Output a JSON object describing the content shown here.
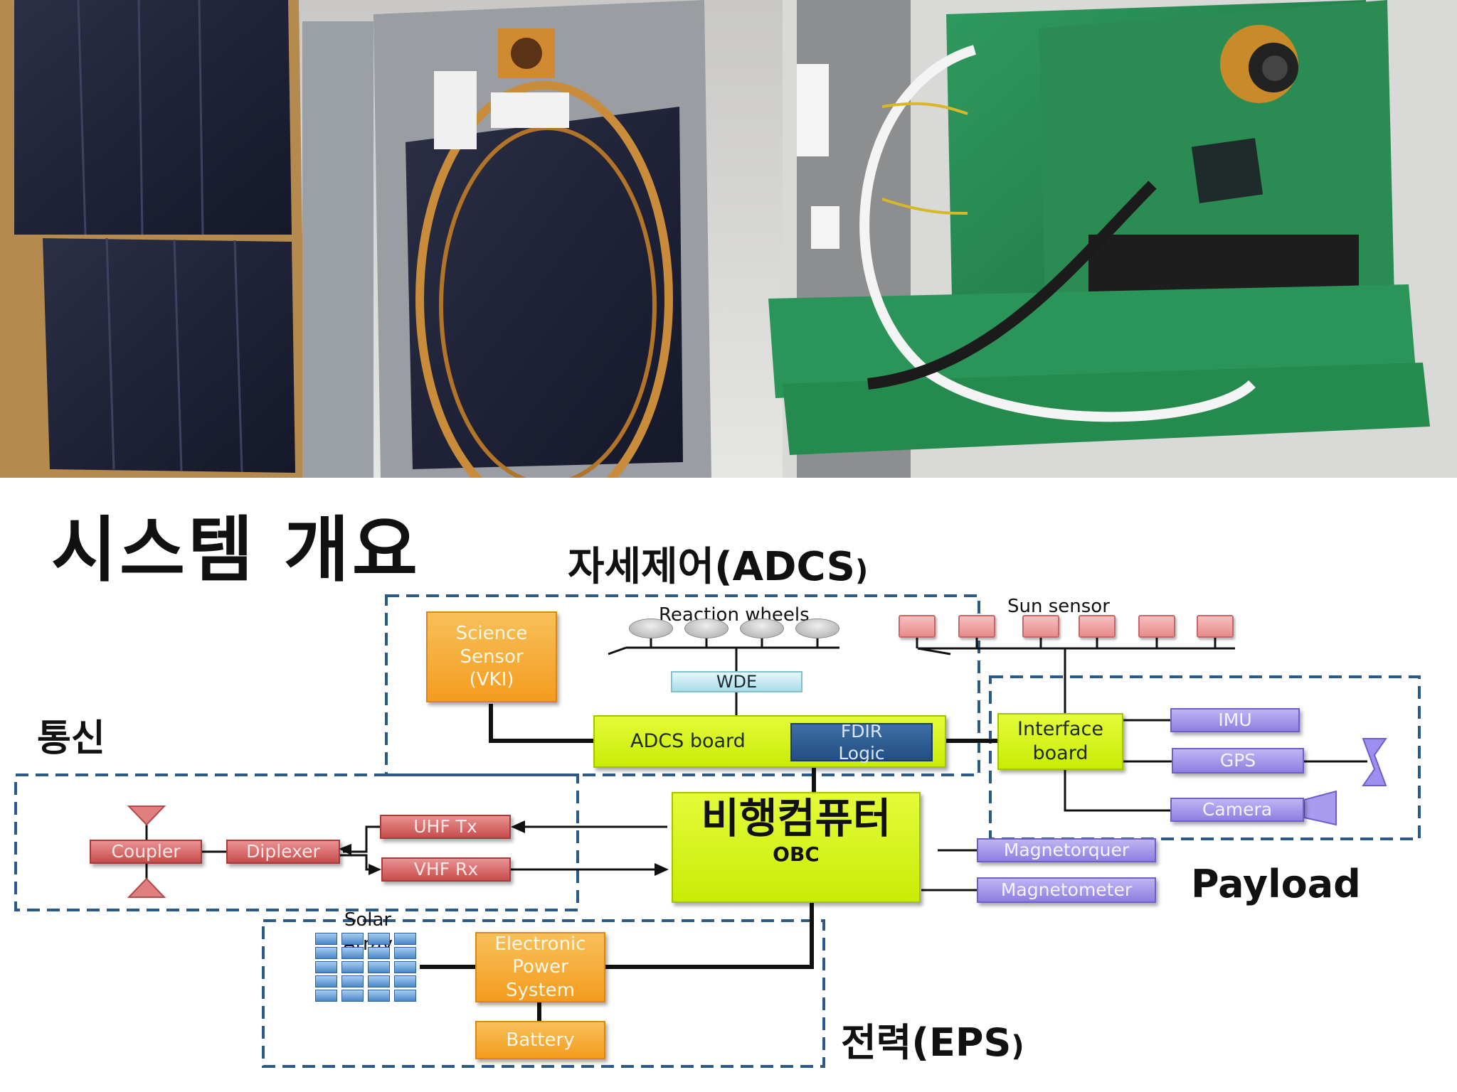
{
  "title": "시스템 개요",
  "groups": {
    "adcs": {
      "label": "자세제어(ADCS",
      "suffix": ")"
    },
    "comm": {
      "label": "통신"
    },
    "eps": {
      "label": "전력(EPS",
      "suffix": ")"
    },
    "payload": {
      "label": "Payload"
    }
  },
  "labels": {
    "reaction_wheels": "Reaction wheels",
    "sun_sensor": "Sun sensor",
    "solar_array": "Solar Array"
  },
  "boxes": {
    "science_sensor": "Science Sensor (VKI)",
    "wde": "WDE",
    "adcs_board": "ADCS board",
    "fdir_logic": "FDIR Logic",
    "interface_board": "Interface board",
    "imu": "IMU",
    "gps": "GPS",
    "camera": "Camera",
    "obc_title": "비행컴퓨터",
    "obc_sub": "OBC",
    "magnetorquer": "Magnetorquer",
    "magnetometer": "Magnetometer",
    "uhf_tx": "UHF Tx",
    "vhf_rx": "VHF Rx",
    "diplexer": "Diplexer",
    "coupler": "Coupler",
    "eps_box": "Electronic Power System",
    "battery": "Battery"
  },
  "colors": {
    "dashed_border": "#2c5a86",
    "orange_box": "#f39c1f",
    "lime_box": "#c9ec06",
    "red_box": "#c84c4c",
    "purple_box": "#8f7ee0",
    "navy_box": "#224e83"
  }
}
